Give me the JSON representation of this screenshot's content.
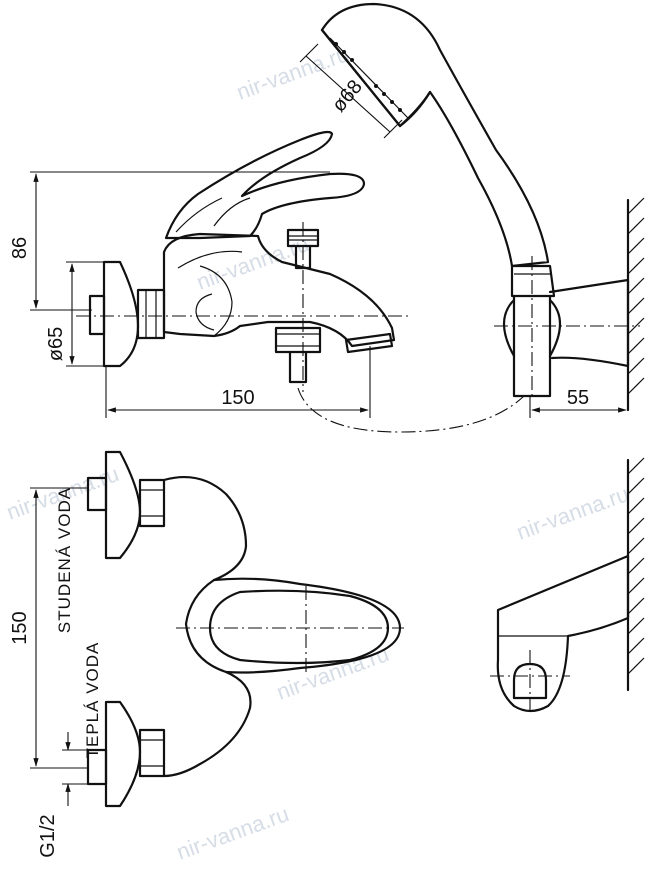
{
  "dimensions": {
    "height_86": "86",
    "diameter_65": "ø65",
    "width_150_top": "150",
    "diameter_68": "ø68",
    "wall_55": "55",
    "width_150_bottom": "150",
    "thread": "G1/2"
  },
  "labels": {
    "cold_water": "STUDENÁ VODA",
    "hot_water": "TEPLÁ VODA"
  },
  "watermark": "nir-vanna.ru"
}
